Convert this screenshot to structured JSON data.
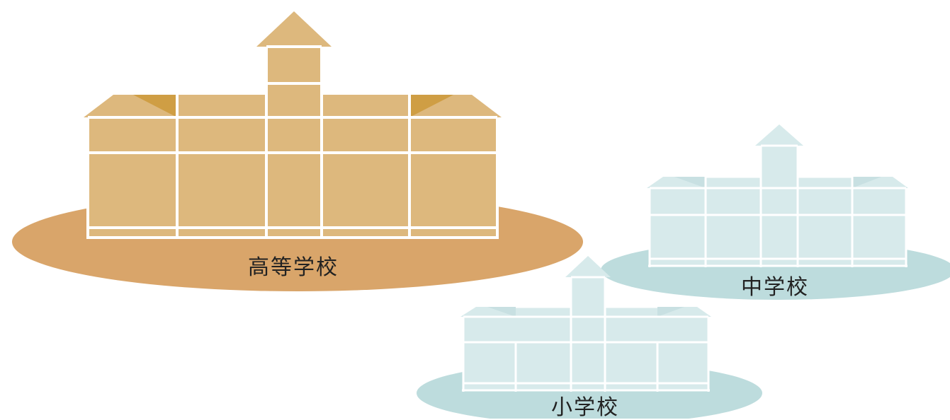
{
  "schools": [
    {
      "id": "high-school",
      "label": "高等学校",
      "body_color": "#ddb87d",
      "roof_shade_color": "#cf9e44",
      "ground_color": "#d9a56a"
    },
    {
      "id": "middle-school",
      "label": "中学校",
      "body_color": "#d7eaeb",
      "roof_shade_color": "#c8e0e2",
      "ground_color": "#bddcdd"
    },
    {
      "id": "elementary-school",
      "label": "小学校",
      "body_color": "#d7eaeb",
      "roof_shade_color": "#c8e0e2",
      "ground_color": "#bddcdd"
    }
  ]
}
